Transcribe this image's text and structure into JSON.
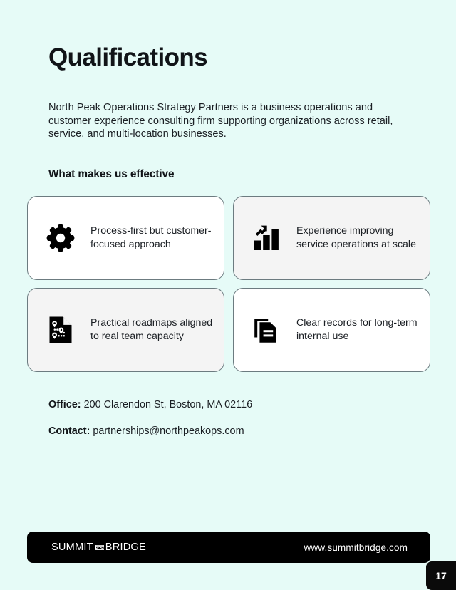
{
  "page": {
    "background_color": "#e6fbf7",
    "title": "Qualifications",
    "intro": "North Peak Operations Strategy Partners is a business operations and customer experience consulting firm supporting organizations across retail, service, and multi-location businesses.",
    "subheading": "What makes us effective",
    "page_number": "17"
  },
  "cards": [
    {
      "icon": "gear-icon",
      "text": "Process-first but customer-focused approach",
      "background": "#ffffff"
    },
    {
      "icon": "bar-chart-growth-icon",
      "text": "Experience improving service operations at scale",
      "background": "#f4f4f4"
    },
    {
      "icon": "roadmap-document-icon",
      "text": "Practical roadmaps aligned to real team capacity",
      "background": "#f4f4f4"
    },
    {
      "icon": "documents-copy-icon",
      "text": "Clear records for long-term internal use",
      "background": "#ffffff"
    }
  ],
  "contact": {
    "office_label": "Office:",
    "office_value": "200 Clarendon St, Boston, MA 02116",
    "contact_label": "Contact:",
    "contact_value": "partnerships@northpeakops.com"
  },
  "footer": {
    "brand_left": "SUMMIT",
    "brand_right": "BRIDGE",
    "brand_mark": "bridge-logo-icon",
    "url": "www.summitbridge.com",
    "background_color": "#000000",
    "text_color": "#ffffff"
  }
}
